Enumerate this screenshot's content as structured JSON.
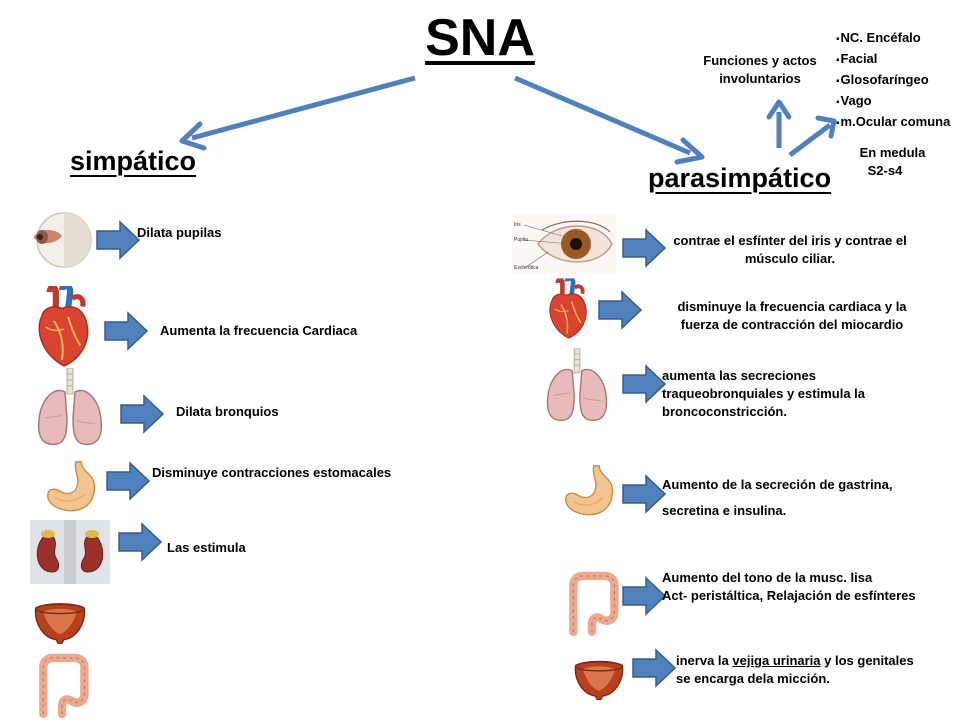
{
  "title": "SNA",
  "simpatico": {
    "heading": "simpático",
    "items": [
      {
        "organ": "eye",
        "text": "Dilata pupilas"
      },
      {
        "organ": "heart",
        "text": "Aumenta la frecuencia Cardiaca"
      },
      {
        "organ": "lungs",
        "text": "Dilata bronquios"
      },
      {
        "organ": "stomach",
        "text": "Disminuye contracciones estomacales"
      },
      {
        "organ": "kidneys",
        "text": "Las estimula"
      },
      {
        "organ": "bladder",
        "text": ""
      },
      {
        "organ": "intestine",
        "text": ""
      }
    ]
  },
  "parasimpatico": {
    "heading": "parasimpático",
    "funciones": "Funciones y actos involuntarios",
    "nervios": [
      "NC. Encéfalo",
      "Facial",
      "Glosofaríngeo",
      "Vago",
      "m.Ocular comuna"
    ],
    "medula_l1": "En medula",
    "medula_l2": "S2-s4",
    "eye_labels": {
      "iris": "Iris",
      "pupila": "Pupila",
      "esclera": "Esclerótica"
    },
    "items": [
      {
        "organ": "eye",
        "text": "contrae el esfínter del iris y  contrae el músculo ciliar."
      },
      {
        "organ": "heart",
        "text": "disminuye la frecuencia cardiaca y la fuerza de contracción del miocardio"
      },
      {
        "organ": "lungs",
        "text": "aumenta las secreciones traqueobronquiales y estimula la broncoconstricción."
      },
      {
        "organ": "stomach",
        "text": "Aumento de la secreción de gastrina, secretina e insulina."
      },
      {
        "organ": "intestine",
        "l1": "Aumento del tono de la musc. lisa",
        "l2": "Act- peristáltica, Relajación de  esfínteres"
      },
      {
        "organ": "bladder",
        "pre": "inerva la ",
        "link": "vejiga urinaria",
        "post": " y los genitales se encarga  dela micción."
      }
    ]
  },
  "colors": {
    "arrow": "#4f81bd",
    "arrow_dark": "#385d8a",
    "heart": "#d9432f",
    "lung": "#e8b9bd",
    "bladder": "#b8401f"
  }
}
